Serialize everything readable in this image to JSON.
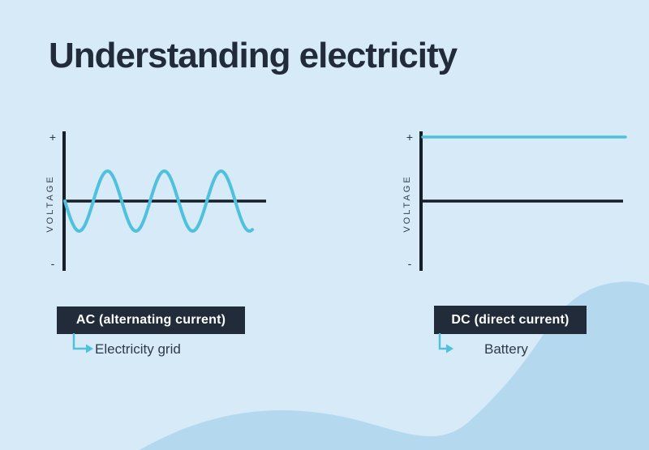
{
  "title": "Understanding electricity",
  "charts": {
    "ac": {
      "y_axis_label": "VOLTAGE",
      "plus_label": "+",
      "minus_label": "-",
      "label": "AC (alternating current)",
      "example": "Electricity grid"
    },
    "dc": {
      "y_axis_label": "VOLTAGE",
      "plus_label": "+",
      "minus_label": "-",
      "label": "DC (direct current)",
      "example": "Battery"
    }
  },
  "colors": {
    "background": "#d6eaf8",
    "background_wave": "#b4d9ef",
    "accent_cyan": "#4fc1dd",
    "dark_navy": "#212b3a",
    "axis": "#161e29",
    "box_text": "#ffffff"
  },
  "chart_data": [
    {
      "type": "line",
      "title": "AC (alternating current)",
      "ylabel": "VOLTAGE",
      "ytick_labels": [
        "+",
        "-"
      ],
      "ylim": [
        -1.2,
        1.2
      ],
      "grid": false,
      "legend": false,
      "series": [
        {
          "name": "AC voltage",
          "waveform": "sine",
          "cycles": 3.31,
          "amplitude": 1,
          "mean": 0,
          "first_half_cycle": "negative"
        }
      ],
      "annotation": "Electricity grid"
    },
    {
      "type": "line",
      "title": "DC (direct current)",
      "ylabel": "VOLTAGE",
      "ytick_labels": [
        "+",
        "-"
      ],
      "ylim": [
        -1.2,
        1.2
      ],
      "grid": false,
      "legend": false,
      "series": [
        {
          "name": "DC voltage",
          "waveform": "constant",
          "value": 1,
          "level": "+"
        }
      ],
      "annotation": "Battery"
    }
  ]
}
